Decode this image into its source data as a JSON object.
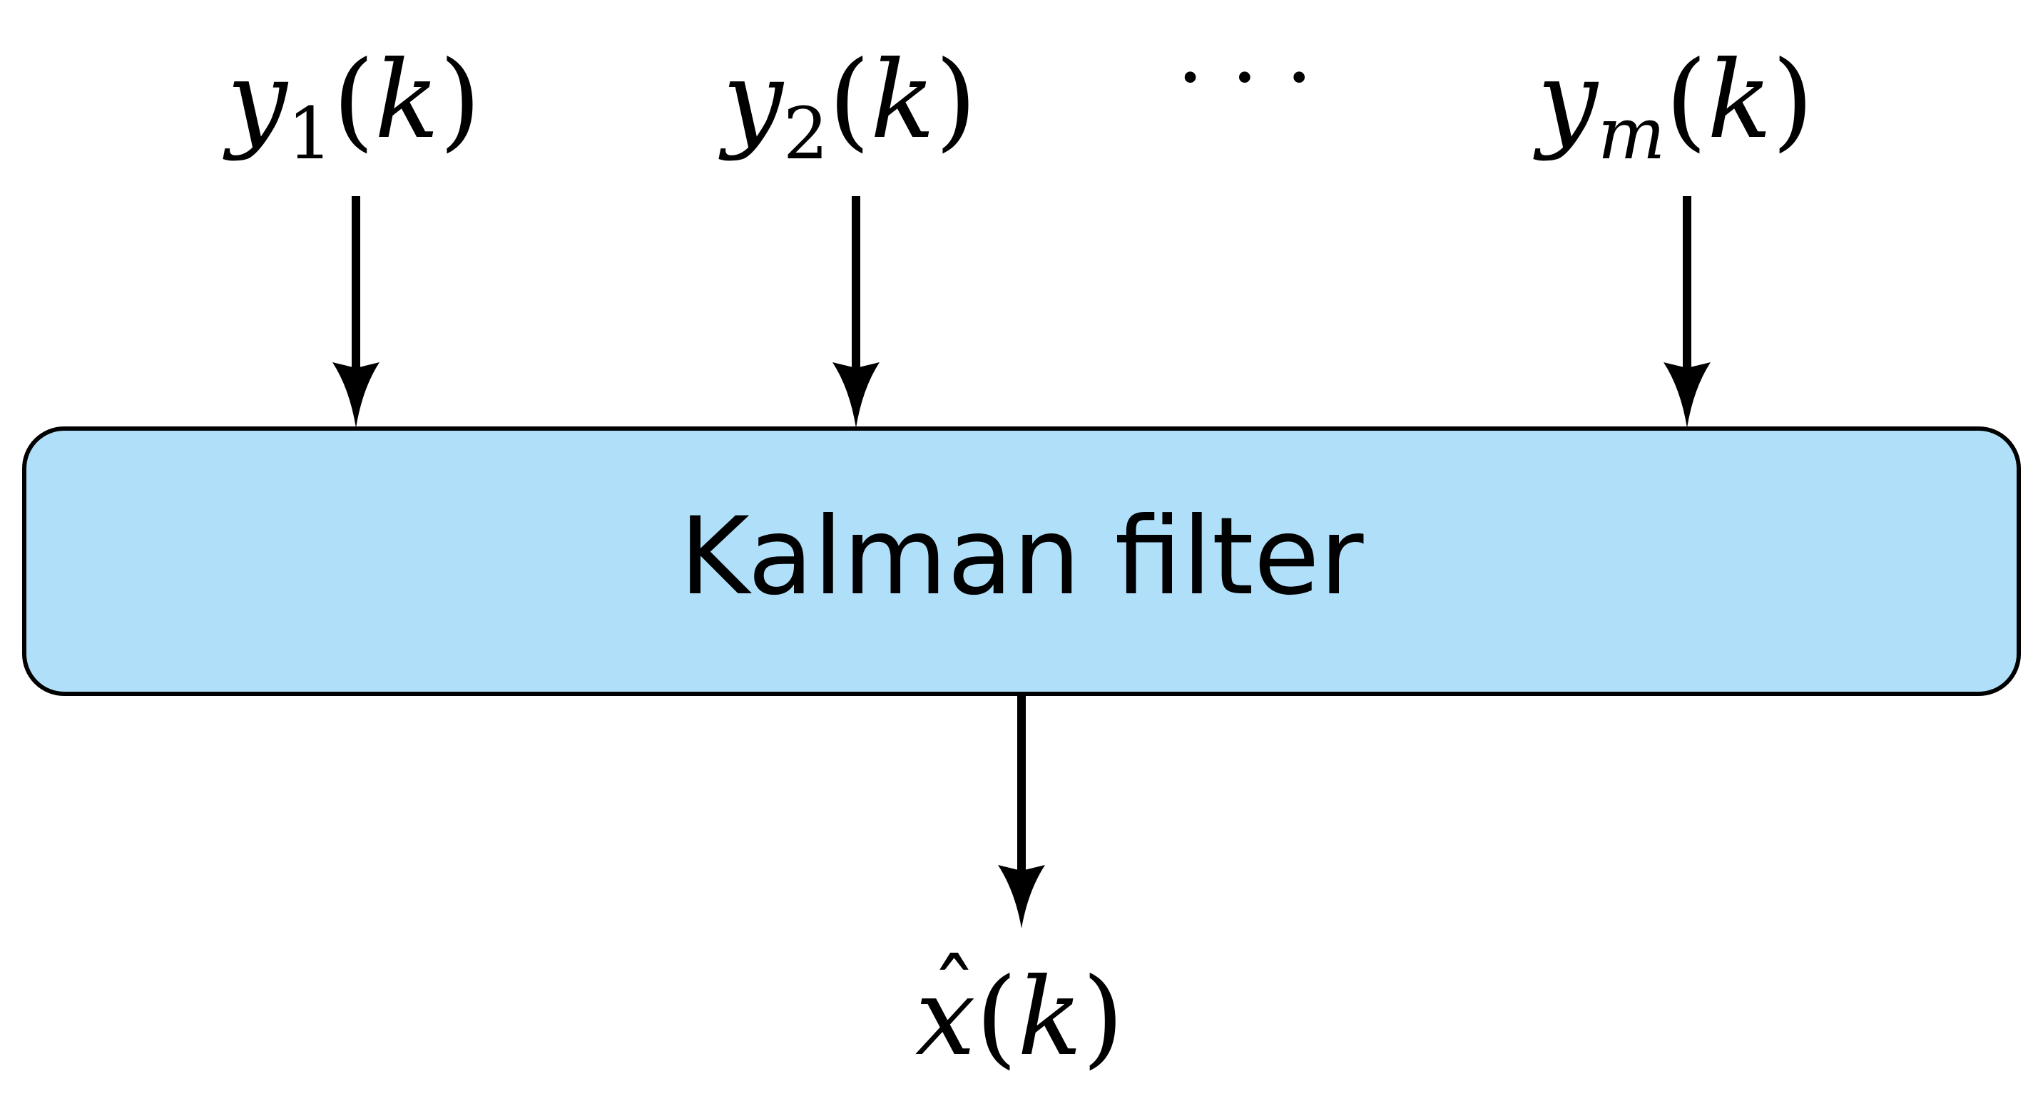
{
  "diagram": {
    "box": {
      "label": "Kalman filter",
      "fill_color": "#B0E0F9",
      "stroke_color": "#000000"
    },
    "inputs": [
      {
        "symbol": "y",
        "subscript": "1",
        "open": "(",
        "arg": "k",
        "close": ")"
      },
      {
        "symbol": "y",
        "subscript": "2",
        "open": "(",
        "arg": "k",
        "close": ")"
      },
      {
        "symbol": "y",
        "subscript": "m",
        "open": "(",
        "arg": "k",
        "close": ")"
      }
    ],
    "ellipsis": "· · ·",
    "output": {
      "hat": "ˆ",
      "symbol": "x",
      "open": "(",
      "arg": "k",
      "close": ")"
    },
    "arrow_color": "#000000"
  }
}
